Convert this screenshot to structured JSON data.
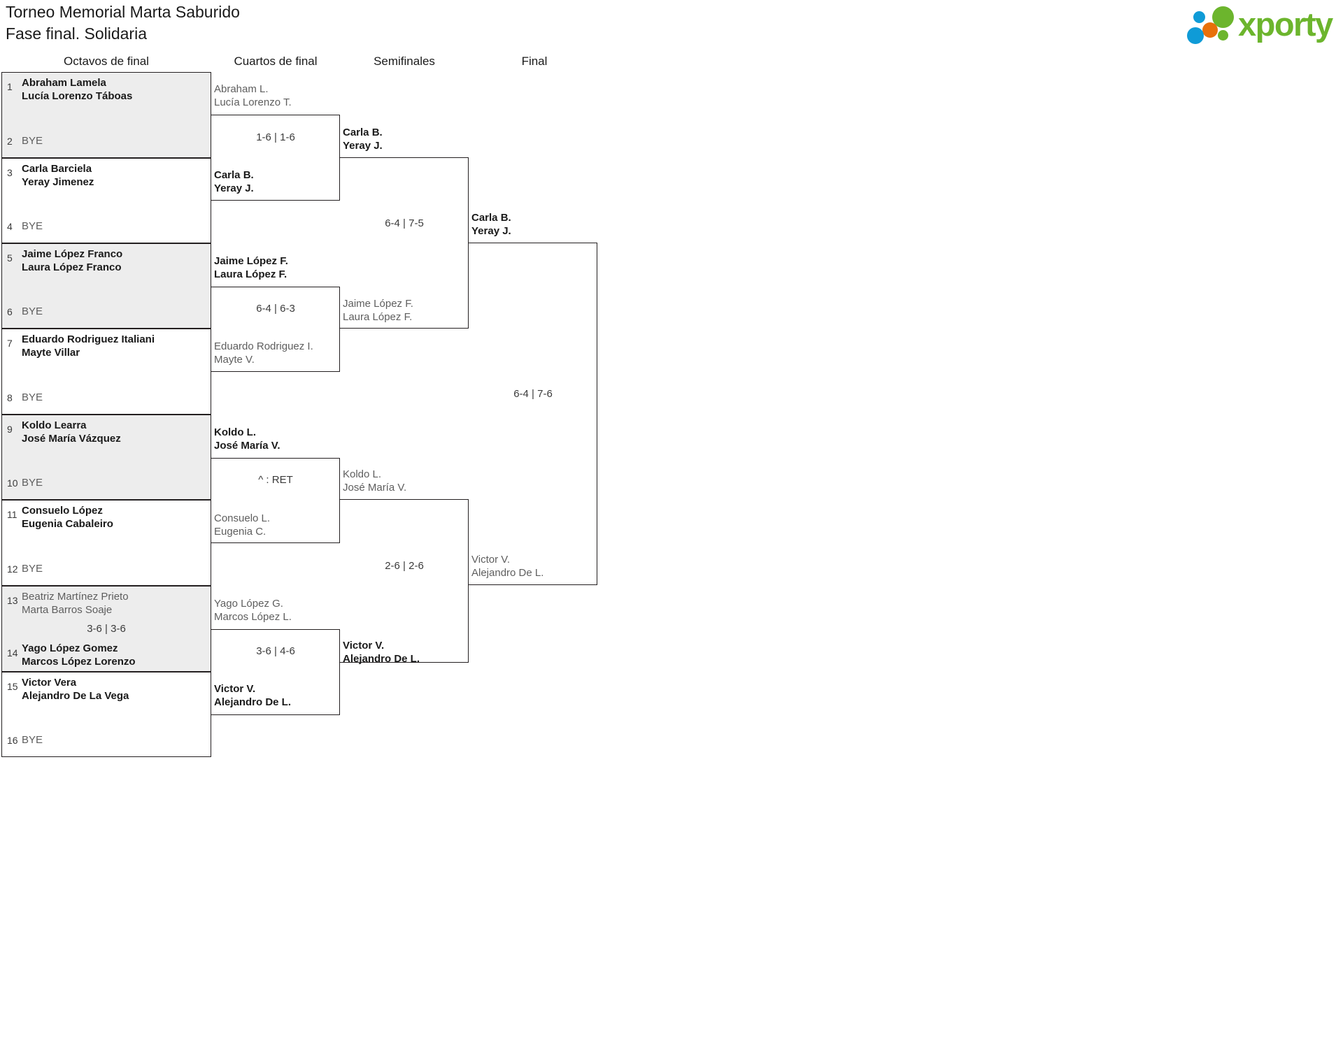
{
  "header": {
    "title_line1": "Torneo Memorial Marta Saburido",
    "title_line2": "Fase final. Solidaria",
    "brand": "xporty",
    "brand_colors": {
      "green": "#6cb52d",
      "blue": "#0f9bd7",
      "orange": "#e8700a"
    }
  },
  "rounds": [
    {
      "key": "r16",
      "label": "Octavos de final"
    },
    {
      "key": "qf",
      "label": "Cuartos de final"
    },
    {
      "key": "sf",
      "label": "Semifinales"
    },
    {
      "key": "f",
      "label": "Final"
    }
  ],
  "labels": {
    "bye": "BYE"
  },
  "round16": [
    {
      "seed": "1",
      "p1": "Abraham Lamela",
      "p2": "Lucía Lorenzo Táboas",
      "state": "win",
      "shaded": true,
      "bye": false
    },
    {
      "seed": "2",
      "p1": "BYE",
      "p2": "",
      "state": "bye",
      "shaded": true,
      "bye": true
    },
    {
      "seed": "3",
      "p1": "Carla Barciela",
      "p2": "Yeray Jimenez",
      "state": "win",
      "shaded": false,
      "bye": false
    },
    {
      "seed": "4",
      "p1": "BYE",
      "p2": "",
      "state": "bye",
      "shaded": false,
      "bye": true
    },
    {
      "seed": "5",
      "p1": "Jaime López Franco",
      "p2": "Laura López Franco",
      "state": "win",
      "shaded": true,
      "bye": false
    },
    {
      "seed": "6",
      "p1": "BYE",
      "p2": "",
      "state": "bye",
      "shaded": true,
      "bye": true
    },
    {
      "seed": "7",
      "p1": "Eduardo Rodriguez Italiani",
      "p2": "Mayte Villar",
      "state": "win",
      "shaded": false,
      "bye": false
    },
    {
      "seed": "8",
      "p1": "BYE",
      "p2": "",
      "state": "bye",
      "shaded": false,
      "bye": true
    },
    {
      "seed": "9",
      "p1": "Koldo Learra",
      "p2": "José María Vázquez",
      "state": "win",
      "shaded": true,
      "bye": false
    },
    {
      "seed": "10",
      "p1": "BYE",
      "p2": "",
      "state": "bye",
      "shaded": true,
      "bye": true
    },
    {
      "seed": "11",
      "p1": "Consuelo López",
      "p2": "Eugenia Cabaleiro",
      "state": "win",
      "shaded": false,
      "bye": false
    },
    {
      "seed": "12",
      "p1": "BYE",
      "p2": "",
      "state": "bye",
      "shaded": false,
      "bye": true
    },
    {
      "seed": "13",
      "p1": "Beatriz Martínez Prieto",
      "p2": "Marta Barros Soaje",
      "state": "lose",
      "shaded": true,
      "bye": false
    },
    {
      "seed": "14",
      "p1": "Yago López Gomez",
      "p2": "Marcos López Lorenzo",
      "state": "win",
      "shaded": true,
      "bye": false
    },
    {
      "seed": "15",
      "p1": "Victor Vera",
      "p2": "Alejandro De La Vega",
      "state": "win",
      "shaded": false,
      "bye": false
    },
    {
      "seed": "16",
      "p1": "BYE",
      "p2": "",
      "state": "bye",
      "shaded": false,
      "bye": true
    }
  ],
  "round16_scores": [
    {
      "id": "r16-m7",
      "text": "3-6 | 3-6"
    }
  ],
  "quarters": [
    {
      "id": "qf1-top",
      "p1": "Abraham L.",
      "p2": "Lucía Lorenzo T.",
      "state": "lose"
    },
    {
      "id": "qf1-bot",
      "p1": "Carla B.",
      "p2": "Yeray J.",
      "state": "win"
    },
    {
      "id": "qf2-top",
      "p1": "Jaime López F.",
      "p2": "Laura López F.",
      "state": "win"
    },
    {
      "id": "qf2-bot",
      "p1": "Eduardo Rodriguez I.",
      "p2": "Mayte V.",
      "state": "lose"
    },
    {
      "id": "qf3-top",
      "p1": "Koldo L.",
      "p2": "José María V.",
      "state": "win"
    },
    {
      "id": "qf3-bot",
      "p1": "Consuelo L.",
      "p2": "Eugenia C.",
      "state": "lose"
    },
    {
      "id": "qf4-top",
      "p1": "Yago López G.",
      "p2": "Marcos López L.",
      "state": "lose"
    },
    {
      "id": "qf4-bot",
      "p1": "Victor V.",
      "p2": "Alejandro De L.",
      "state": "win"
    }
  ],
  "quarter_scores": [
    {
      "id": "qf1",
      "text": "1-6 | 1-6"
    },
    {
      "id": "qf2",
      "text": "6-4 | 6-3"
    },
    {
      "id": "qf3",
      "text": "^ : RET"
    },
    {
      "id": "qf4",
      "text": "3-6 | 4-6"
    }
  ],
  "semis": [
    {
      "id": "sf1-top",
      "p1": "Carla B.",
      "p2": "Yeray J.",
      "state": "win"
    },
    {
      "id": "sf1-bot",
      "p1": "Jaime López F.",
      "p2": "Laura López F.",
      "state": "lose"
    },
    {
      "id": "sf2-top",
      "p1": "Koldo L.",
      "p2": "José María V.",
      "state": "lose"
    },
    {
      "id": "sf2-bot",
      "p1": "Victor V.",
      "p2": "Alejandro De L.",
      "state": "win"
    }
  ],
  "semi_scores": [
    {
      "id": "sf1",
      "text": "6-4 | 7-5"
    },
    {
      "id": "sf2",
      "text": "2-6 | 2-6"
    }
  ],
  "final": [
    {
      "id": "f-top",
      "p1": "Carla B.",
      "p2": "Yeray J.",
      "state": "win"
    },
    {
      "id": "f-bot",
      "p1": "Victor V.",
      "p2": "Alejandro De L.",
      "state": "lose"
    }
  ],
  "final_scores": [
    {
      "id": "f1",
      "text": "6-4 | 7-6"
    }
  ]
}
